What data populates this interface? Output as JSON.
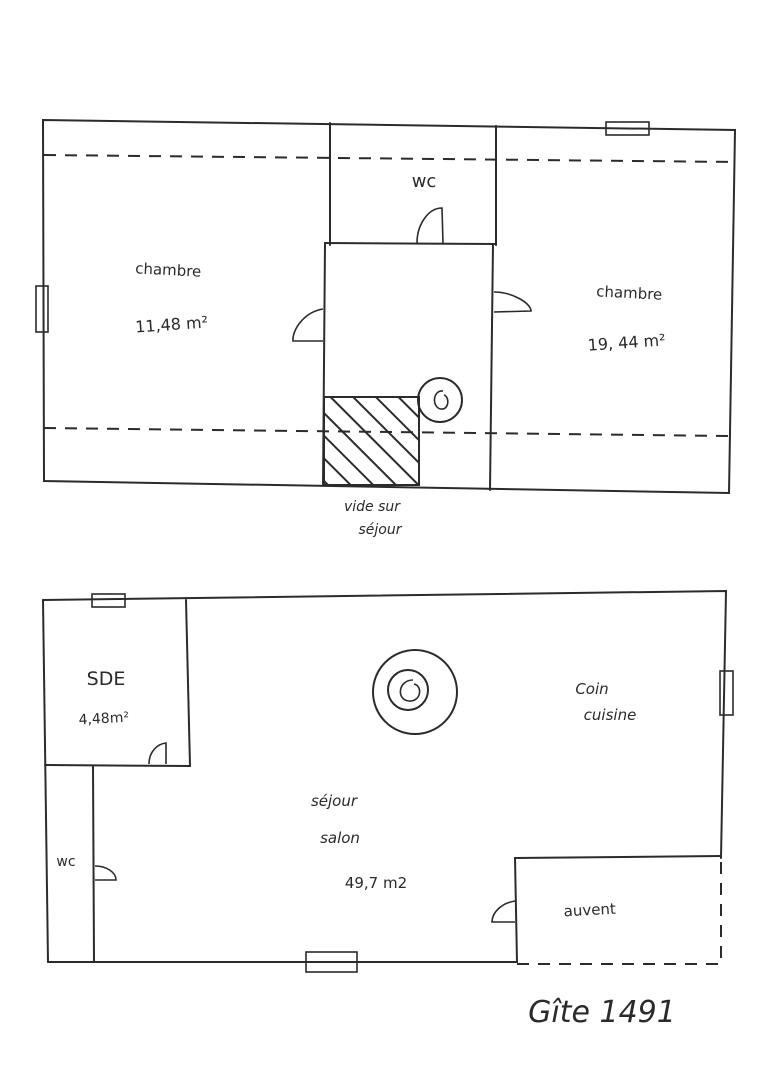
{
  "upper_floor": {
    "bedroom_left": {
      "name": "chambre",
      "area": "11,48 m²"
    },
    "wc": {
      "name": "wc"
    },
    "bedroom_right": {
      "name": "chambre",
      "area": "19, 44 m²"
    },
    "void_label_line1": "vide sur",
    "void_label_line2": "séjour"
  },
  "ground_floor": {
    "bathroom": {
      "name": "SDE",
      "area": "4,48m²"
    },
    "wc": {
      "name": "wc"
    },
    "living": {
      "line1": "séjour",
      "line2": "salon",
      "area": "49,7 m2"
    },
    "kitchen": {
      "line1": "Coin",
      "line2": "cuisine"
    },
    "awning": {
      "name": "auvent"
    }
  },
  "caption": "Gîte 1491",
  "colors": {
    "ink": "#2b2b2b",
    "paper": "#ffffff"
  },
  "icons": [
    "spiral-staircase-icon",
    "door-swing-icon",
    "window-icon",
    "hatched-void-icon"
  ]
}
